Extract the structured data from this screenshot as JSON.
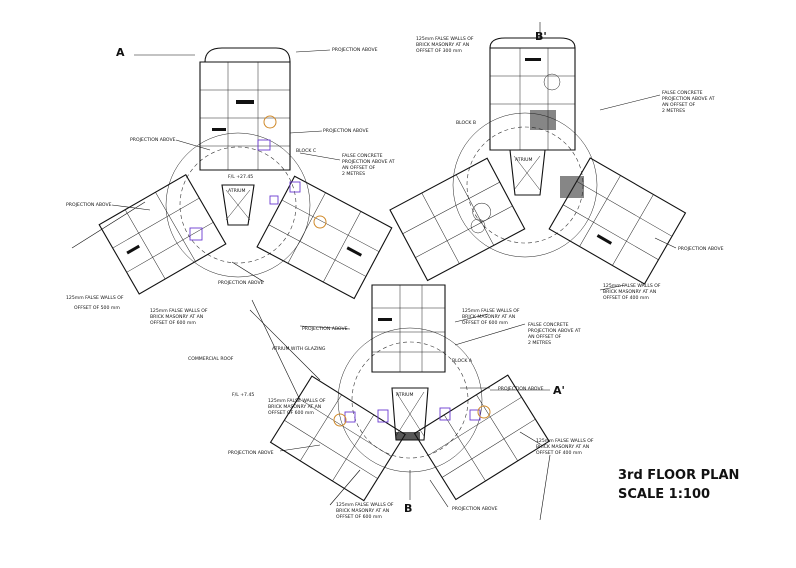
{
  "sections": {
    "a": "A",
    "a_prime": "A'",
    "b": "B",
    "b_prime": "B'"
  },
  "title": {
    "line1": "3rd FLOOR PLAN",
    "line2": "SCALE 1:100"
  },
  "annotations": {
    "projection_above": "PROJECTION ABOVE",
    "atrium": "ATRIUM",
    "atrium_glazing": "ATRIUM WITH GLAZING",
    "commercial_roof": "COMMERCIAL ROOF",
    "block_a": "BLOCK A",
    "block_b": "BLOCK B",
    "block_c": "BLOCK C",
    "fl_level_top": "F/L +27.45",
    "fl_level_bottom": "F/L +7.45",
    "false_walls_300_l1": "125mm FALSE WALLS OF",
    "false_walls_300_l2": "BRICK MASONRY AT AN",
    "false_walls_300_l3": "OFFSET OF 300 mm",
    "false_walls_500_l1": "125mm FALSE WALLS OF",
    "false_walls_500_l2": "OFFSET OF 500 mm",
    "false_walls_600_l1": "125mm FALSE WALLS OF",
    "false_walls_600_l2": "BRICK MASONRY AT AN",
    "false_walls_600_l3": "OFFSET OF 600 mm",
    "false_walls_400_l1": "125mm FALSE WALLS OF",
    "false_walls_400_l2": "BRICK MASONRY AT AN",
    "false_walls_400_l3": "OFFSET OF 400 mm",
    "false_concrete_l1": "FALSE CONCRETE",
    "false_concrete_l2": "PROJECTION ABOVE AT",
    "false_concrete_l3": "AN OFFSET OF",
    "false_concrete_l4": "2 METRES"
  }
}
